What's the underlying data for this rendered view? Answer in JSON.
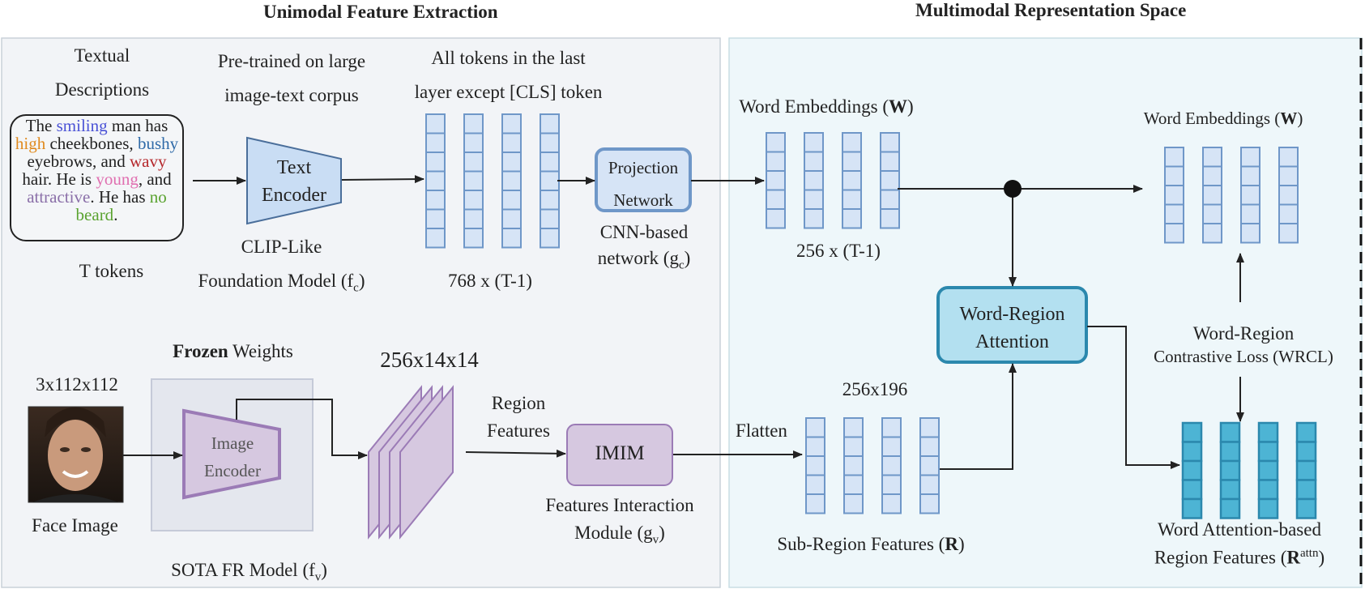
{
  "headers": {
    "left": "Unimodal Feature Extraction",
    "right": "Multimodal Representation Space"
  },
  "text_branch": {
    "textual_desc_line1": "Textual",
    "textual_desc_line2": "Descriptions",
    "description_words": [
      {
        "text": "The ",
        "color": "#222222"
      },
      {
        "text": "smiling",
        "color": "#4a52d6"
      },
      {
        "text": " man has ",
        "color": "#222222"
      },
      {
        "text": "high",
        "color": "#e08a1e"
      },
      {
        "text": " cheekbones, ",
        "color": "#222222"
      },
      {
        "text": "bushy",
        "color": "#2f6aa8"
      },
      {
        "text": " eyebrows, and ",
        "color": "#222222"
      },
      {
        "text": "wavy",
        "color": "#b5282c"
      },
      {
        "text": " hair. He is ",
        "color": "#222222"
      },
      {
        "text": "young",
        "color": "#e06fb0"
      },
      {
        "text": ", and ",
        "color": "#222222"
      },
      {
        "text": "attractive",
        "color": "#8a6fa8"
      },
      {
        "text": ". He has ",
        "color": "#222222"
      },
      {
        "text": "no",
        "color": "#5aa330"
      },
      {
        "text": " ",
        "color": "#222222"
      },
      {
        "text": "beard",
        "color": "#5aa330"
      },
      {
        "text": ".",
        "color": "#222222"
      }
    ],
    "t_tokens": "T tokens",
    "pretrained_line1": "Pre-trained on large",
    "pretrained_line2": "image-text corpus",
    "text_encoder_line1": "Text",
    "text_encoder_line2": "Encoder",
    "clip_line1": "CLIP-Like",
    "clip_line2": "Foundation Model (f",
    "clip_sub": "c",
    "clip_close": ")",
    "tokens_line1": "All tokens in the last",
    "tokens_line2": "layer except [CLS] token",
    "dim_768": "768 x (T-1)",
    "projection_line1": "Projection",
    "projection_line2": "Network",
    "cnn_line1": "CNN-based",
    "cnn_line2": "network (g",
    "cnn_sub": "c",
    "cnn_close": ")"
  },
  "image_branch": {
    "input_dim": "3x112x112",
    "face_label": "Face Image",
    "frozen_bold": "Frozen",
    "frozen_rest": " Weights",
    "image_encoder_line1": "Image",
    "image_encoder_line2": "Encoder",
    "sota_label": "SOTA FR Model (f",
    "sota_sub": "v",
    "sota_close": ")",
    "feat_dim": "256x14x14",
    "region_line1": "Region",
    "region_line2": "Features",
    "imim": "IMIM",
    "fim_line1": "Features Interaction",
    "fim_line2": "Module (g",
    "fim_sub": "v",
    "fim_close": ")"
  },
  "multimodal": {
    "word_emb_left": "Word Embeddings (",
    "word_emb_bold": "W",
    "word_emb_close": ")",
    "dim_256_t": "256 x (T-1)",
    "flatten": "Flatten",
    "dim_256_196": "256x196",
    "subregion_label": "Sub-Region Features (",
    "subregion_bold": "R",
    "subregion_close": ")",
    "wra_line1": "Word-Region",
    "wra_line2": "Attention",
    "wrcl_line1": "Word-Region",
    "wrcl_line2": "Contrastive Loss (WRCL)",
    "attn_line1": "Word Attention-based",
    "attn_line2": "Region Features (",
    "attn_bold": "R",
    "attn_sup": "attn",
    "attn_close": ")"
  },
  "colors": {
    "panel_left": "#f2f4f7",
    "panel_right": "#eef7fa",
    "token_fill": "#d6e4f6",
    "token_stroke": "#6f97c8",
    "attn_fill": "#4db4d4",
    "attn_stroke": "#2b88ad",
    "purple_fill": "#d6c8e0",
    "purple_stroke": "#9b7bb6",
    "wra_fill": "#b3e0f0",
    "wra_stroke": "#2b88ad"
  }
}
